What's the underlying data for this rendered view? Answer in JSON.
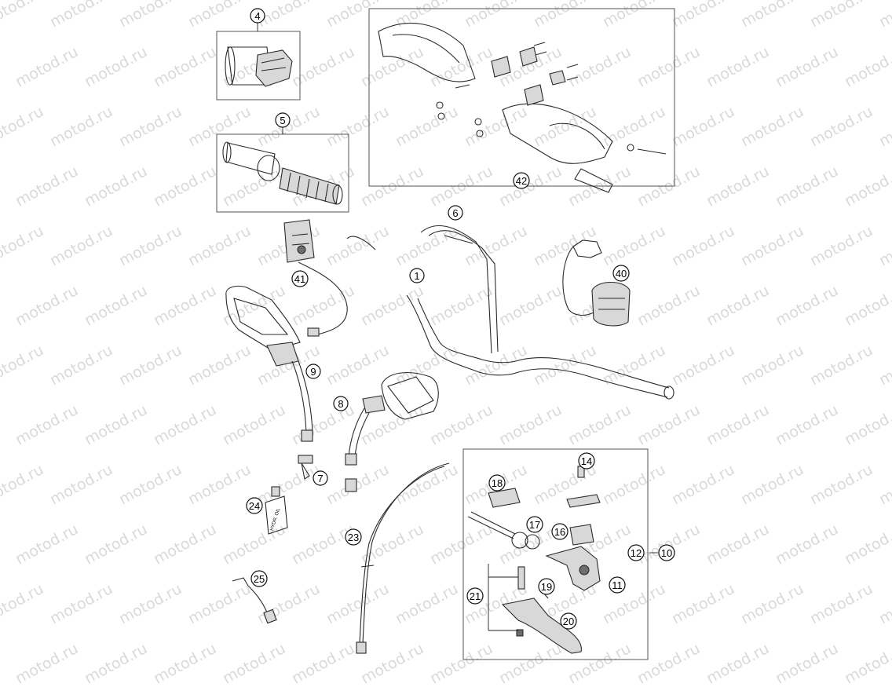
{
  "watermark": "motod.ru",
  "callouts": {
    "c1": "1",
    "c4": "4",
    "c5": "5",
    "c6": "6",
    "c7": "7",
    "c8": "8",
    "c9": "9",
    "c10": "10",
    "c11": "11",
    "c12": "12",
    "c14": "14",
    "c16": "16",
    "c17": "17",
    "c18": "18",
    "c19": "19",
    "c20": "20",
    "c21": "21",
    "c23": "23",
    "c24": "24",
    "c25": "25",
    "c40": "40",
    "c41": "41",
    "c42": "42"
  },
  "oil_bottle_label": "HYDR. OIL"
}
